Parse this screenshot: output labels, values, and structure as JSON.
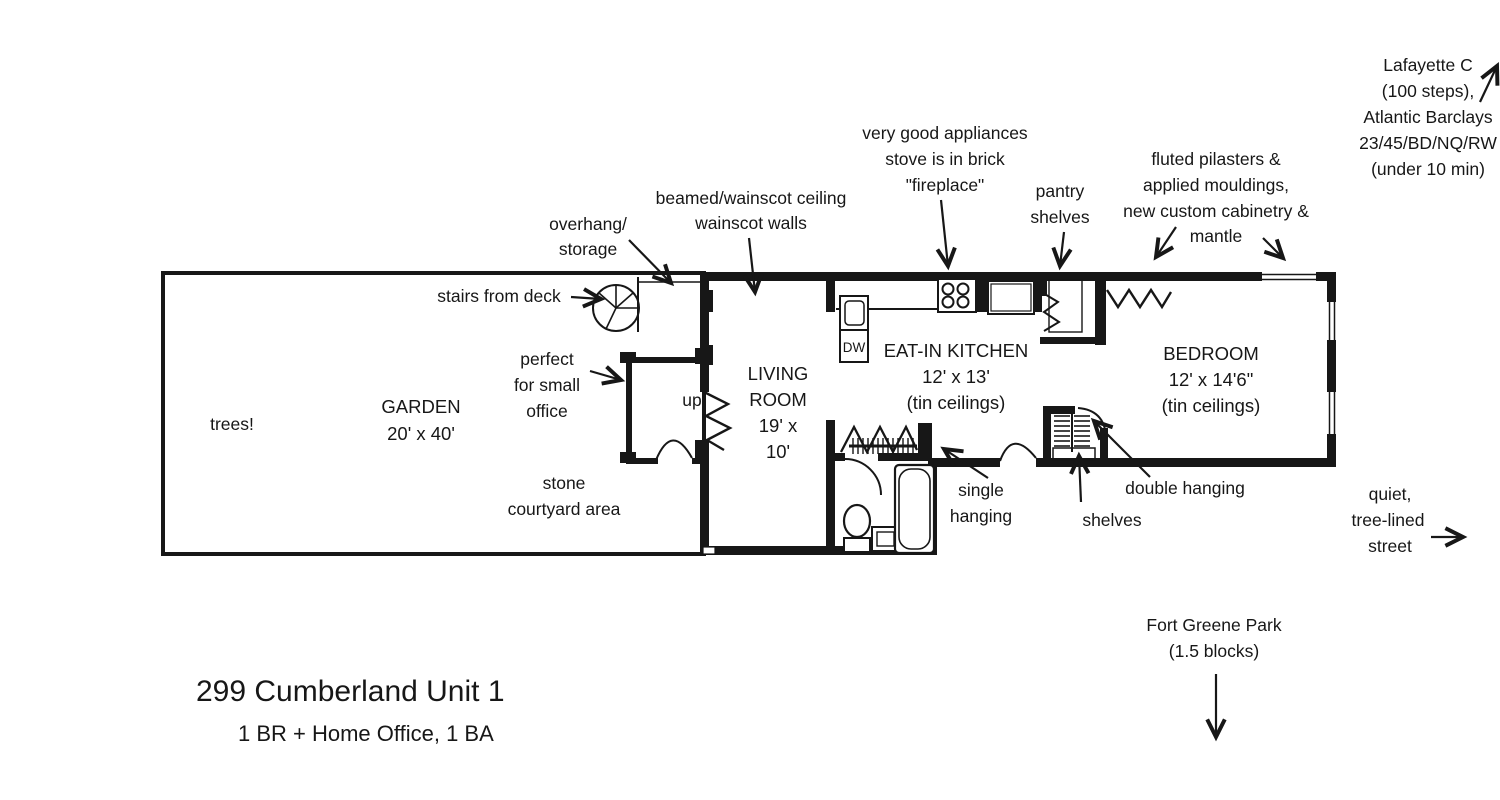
{
  "colors": {
    "ink": "#171717",
    "background": "#ffffff"
  },
  "title": {
    "address": "299 Cumberland Unit 1",
    "summary": "1 BR + Home Office, 1 BA"
  },
  "rooms": {
    "garden": {
      "name": "GARDEN",
      "dims": "20' x 40'"
    },
    "living_room": {
      "line1": "LIVING",
      "line2": "ROOM",
      "line3": "19' x",
      "line4": "10'"
    },
    "kitchen": {
      "name": "EAT-IN KITCHEN",
      "dims": "12' x 13'",
      "ceiling": "(tin ceilings)"
    },
    "bedroom": {
      "name": "BEDROOM",
      "dims": "12' x 14'6\"",
      "ceiling": "(tin ceilings)"
    }
  },
  "labels": {
    "trees": "trees!",
    "up": "up",
    "dishwasher": "DW",
    "stairs_from_deck": "stairs from deck",
    "single_hanging": {
      "line1": "single",
      "line2": "hanging"
    },
    "double_hanging": "double hanging",
    "shelves": "shelves"
  },
  "annotations": {
    "subway": {
      "line1": "Lafayette C",
      "line2": "(100 steps),",
      "line3": "Atlantic Barclays",
      "line4": "23/45/BD/NQ/RW",
      "line5": "(under 10 min)"
    },
    "appliances": {
      "line1": "very good appliances",
      "line2": "stove is in brick",
      "line3": "\"fireplace\""
    },
    "pantry": {
      "line1": "pantry",
      "line2": "shelves"
    },
    "millwork": {
      "line1": "fluted pilasters &",
      "line2": "applied mouldings,",
      "line3": "new custom cabinetry &",
      "line4": "mantle"
    },
    "ceiling": {
      "line1": "beamed/wainscot ceiling",
      "line2": "wainscot walls"
    },
    "overhang": {
      "line1": "overhang/",
      "line2": "storage"
    },
    "office": {
      "line1": "perfect",
      "line2": "for small",
      "line3": "office"
    },
    "courtyard": {
      "line1": "stone",
      "line2": "courtyard area"
    },
    "street": {
      "line1": "quiet,",
      "line2": "tree-lined",
      "line3": "street"
    },
    "park": {
      "line1": "Fort Greene Park",
      "line2": "(1.5 blocks)"
    }
  }
}
